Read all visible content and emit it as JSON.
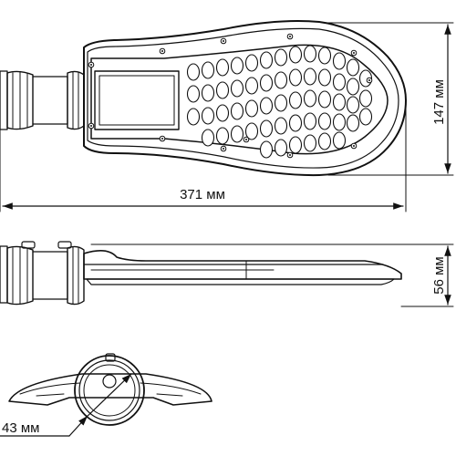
{
  "dimensions": {
    "length": "371 мм",
    "width": "147 мм",
    "height": "56 мм",
    "mount_diameter": "43 мм"
  },
  "colors": {
    "line": "#111111",
    "body_fill": "#ffffff",
    "led_fill": "#ffffff"
  },
  "icons": {
    "screw": "circle-dot-icon"
  }
}
